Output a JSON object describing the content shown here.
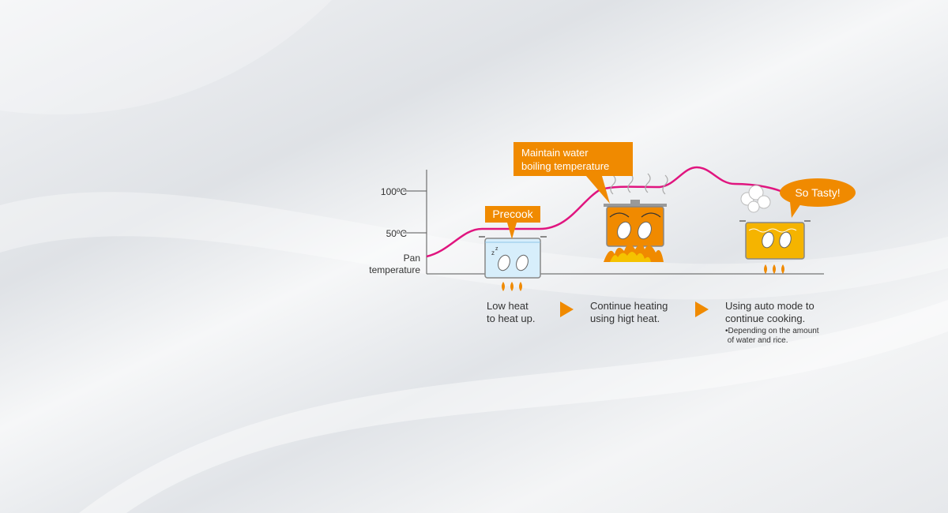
{
  "axis": {
    "tick_100": "100ºC",
    "tick_50": "50ºC",
    "y_label_line1": "Pan",
    "y_label_line2": "temperature"
  },
  "callouts": {
    "precook": "Precook",
    "maintain_line1": "Maintain water",
    "maintain_line2": "boiling temperature",
    "tasty": "So Tasty!"
  },
  "steps": [
    {
      "line1": "Low heat",
      "line2": "to heat up."
    },
    {
      "line1": "Continue heating",
      "line2": "using higt heat."
    },
    {
      "line1": "Using auto mode to",
      "line2": "continue cooking."
    }
  ],
  "note": {
    "line1": "•Depending on the amount",
    "line2": " of water and rice."
  },
  "colors": {
    "curve": "#e0157f",
    "orange": "#f08a00",
    "axis": "#555555",
    "water_cold": "#d7eefb",
    "water_hot": "#f5b400"
  }
}
